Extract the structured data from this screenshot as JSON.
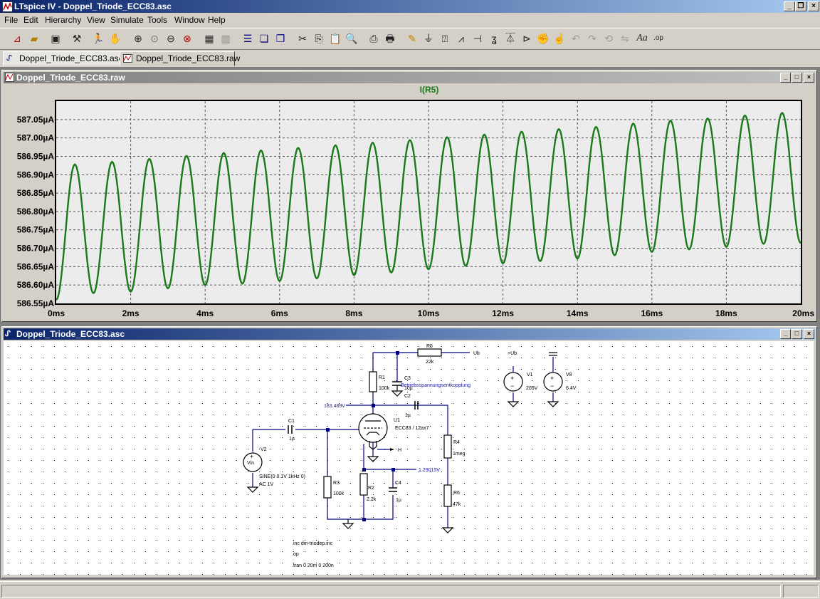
{
  "window": {
    "title": "LTspice IV - Doppel_Triode_ECC83.asc"
  },
  "menu": [
    "File",
    "Edit",
    "Hierarchy",
    "View",
    "Simulate",
    "Tools",
    "Window",
    "Help"
  ],
  "tabs": [
    "Doppel_Triode_ECC83.asc",
    "Doppel_Triode_ECC83.raw"
  ],
  "waveform_window": {
    "title": "Doppel_Triode_ECC83.raw"
  },
  "schematic_window": {
    "title": "Doppel_Triode_ECC83.asc"
  },
  "colors": {
    "trace": "#1a7a1a",
    "titlebar_active": "#0a246a",
    "titlebar_inactive": "#808080",
    "wire": "#000080",
    "label": "#1a1aa0"
  },
  "chart_data": {
    "type": "line",
    "title": "I(R5)",
    "xlabel": "",
    "ylabel": "",
    "x_unit": "ms",
    "y_unit": "µA",
    "xlim": [
      0,
      20
    ],
    "ylim": [
      586.55,
      587.1
    ],
    "x_ticks": [
      "0ms",
      "2ms",
      "4ms",
      "6ms",
      "8ms",
      "10ms",
      "12ms",
      "14ms",
      "16ms",
      "18ms",
      "20ms"
    ],
    "y_ticks": [
      "586.55µA",
      "586.60µA",
      "586.65µA",
      "586.70µA",
      "586.75µA",
      "586.80µA",
      "586.85µA",
      "586.90µA",
      "586.95µA",
      "587.00µA",
      "587.05µA"
    ],
    "grid": true,
    "series": [
      {
        "name": "I(R5)",
        "frequency_khz": 1,
        "x": [
          0,
          0.5,
          1,
          1.5,
          2,
          2.5,
          3,
          3.5,
          4,
          4.5,
          5,
          5.5,
          6,
          6.5,
          7,
          7.5,
          8,
          8.5,
          9,
          9.5,
          10,
          10.5,
          11,
          11.5,
          12,
          12.5,
          13,
          13.5,
          14,
          14.5,
          15,
          15.5,
          16,
          16.5,
          17,
          17.5,
          18,
          18.5,
          19,
          19.5,
          20
        ],
        "y": [
          586.56,
          586.928,
          586.578,
          586.935,
          586.582,
          586.943,
          586.591,
          586.951,
          586.6,
          586.959,
          586.604,
          586.966,
          586.611,
          586.973,
          586.618,
          586.98,
          586.627,
          586.987,
          586.634,
          586.994,
          586.643,
          587.002,
          586.652,
          587.009,
          586.659,
          587.017,
          586.665,
          587.024,
          586.672,
          587.03,
          586.681,
          587.039,
          586.69,
          587.047,
          586.697,
          587.053,
          586.704,
          587.061,
          586.712,
          587.068,
          586.714
        ]
      }
    ]
  },
  "schematic": {
    "components": [
      {
        "ref": "R5",
        "value": "22k"
      },
      {
        "ref": "C3",
        "value": "10µ"
      },
      {
        "ref": "R1",
        "value": "100k"
      },
      {
        "ref": "C2",
        "value": "1µ"
      },
      {
        "ref": "U1",
        "value": "ECC83 / 12ax7"
      },
      {
        "ref": "C1",
        "value": "1µ"
      },
      {
        "ref": "V2",
        "value": "SINE(0 0.1V 1kHz 0)"
      },
      {
        "ref": "R3",
        "value": "100k"
      },
      {
        "ref": "R2",
        "value": "2.2k"
      },
      {
        "ref": "C4",
        "value": "1µ"
      },
      {
        "ref": "R4",
        "value": "1meg"
      },
      {
        "ref": "R6",
        "value": "47k"
      },
      {
        "ref": "V1",
        "value": "205V"
      },
      {
        "ref": "V8",
        "value": "6.4V"
      }
    ],
    "v2_ac": "AC 1V",
    "v2_symbol": "Vin",
    "nets": {
      "ub": "Ub",
      "ub_pin": "+Ub",
      "heater": "H"
    },
    "voltage_labels": [
      "183.489V",
      "1.29015V"
    ],
    "comment": "Betriebsspannungsentkopplung",
    "directives": [
      ".inc dm-triodep.inc",
      ".op",
      ".tran 0 20m 0 200n"
    ]
  }
}
